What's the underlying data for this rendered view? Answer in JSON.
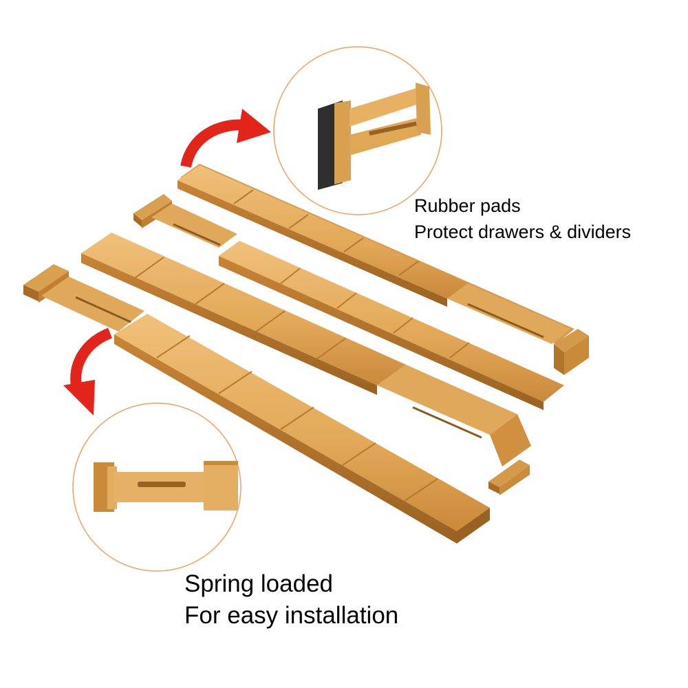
{
  "captions": {
    "rubber": {
      "line1": "Rubber pads",
      "line2": "Protect drawers & dividers"
    },
    "spring": {
      "line1": "Spring loaded",
      "line2": "For easy installation"
    }
  },
  "colors": {
    "bamboo_light": "#e9b566",
    "bamboo_mid": "#d89a45",
    "bamboo_dark": "#b87a2e",
    "arrow_red": "#e3241b",
    "circle_orange": "#f0a060",
    "rubber_pad": "#3a3a3a"
  },
  "icons": {
    "top_arrow": "curved-arrow-icon",
    "bottom_arrow": "curved-arrow-icon"
  }
}
